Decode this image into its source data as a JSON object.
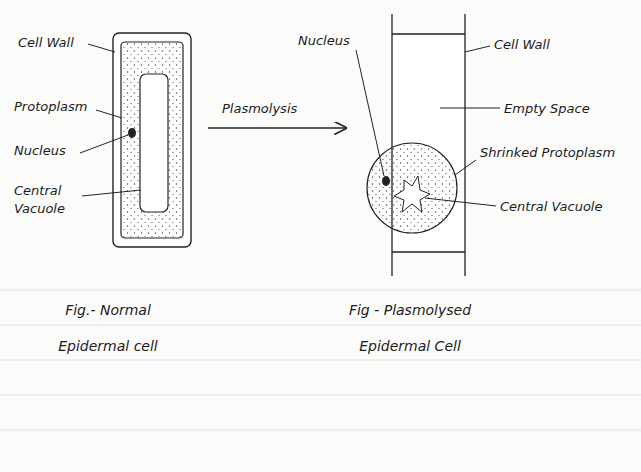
{
  "diagram": {
    "labels": [
      "Cell Wall",
      "Protoplasm",
      "Nucleus",
      "Central Vacuole",
      "Fig.- Normal Epidermal cell",
      "Plasmolysis",
      "Nucleus",
      "Cell Wall",
      "Empty Space",
      "Shrinked Protoplasm",
      "Central Vacuole",
      "Fig - Plasmolysed Epidermal Cell"
    ]
  }
}
